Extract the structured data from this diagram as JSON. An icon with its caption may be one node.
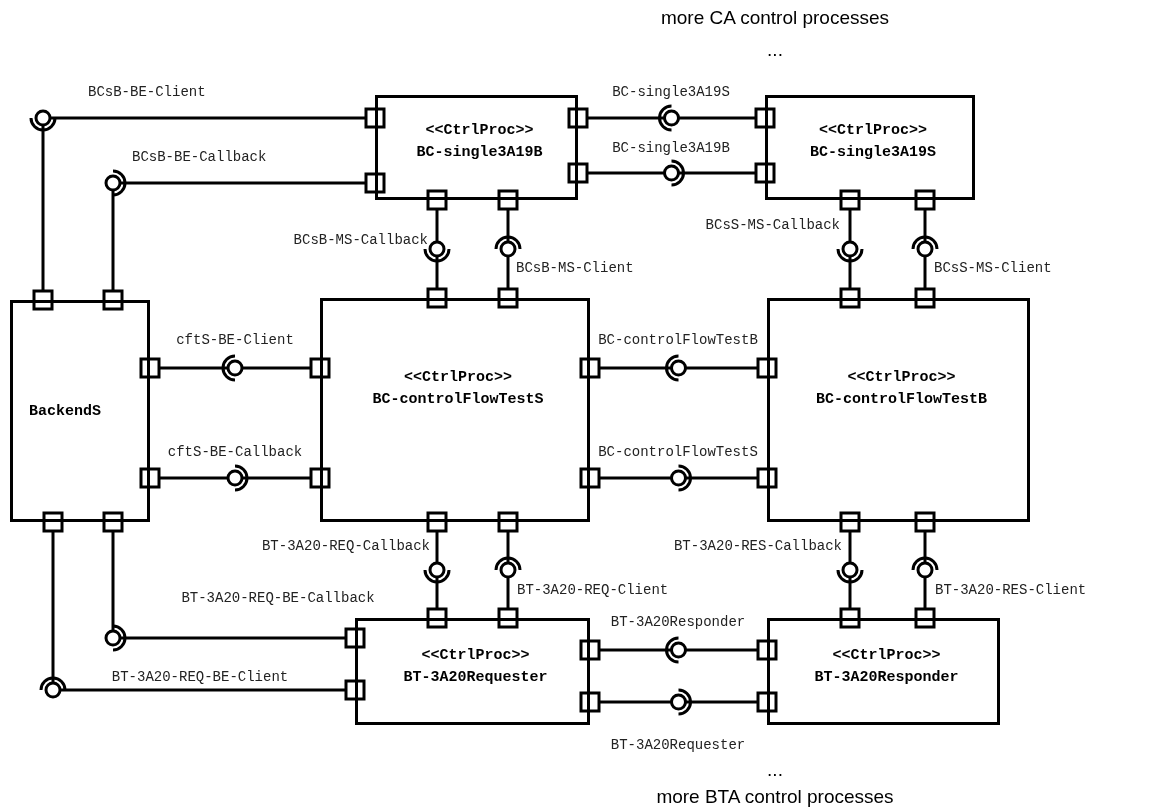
{
  "diagram": {
    "nodes": [
      {
        "text": [
          "<<CtrlProc>>",
          "BC-single3A19B"
        ]
      },
      {
        "text": [
          "<<CtrlProc>>",
          "BC-single3A19S"
        ]
      },
      {
        "text": [
          "BackendS"
        ]
      },
      {
        "text": [
          "<<CtrlProc>>",
          "BC-controlFlowTestS"
        ]
      },
      {
        "text": [
          "<<CtrlProc>>",
          "BC-controlFlowTestB"
        ]
      },
      {
        "text": [
          "<<CtrlProc>>",
          "BT-3A20Requester"
        ]
      },
      {
        "text": [
          "<<CtrlProc>>",
          "BT-3A20Responder"
        ]
      }
    ],
    "edges": [
      {
        "from": 0,
        "to": 2,
        "arrow": "other",
        "label": "BCsB-BE-Client"
      },
      {
        "from": 2,
        "to": 0,
        "arrow": "other",
        "label": "BCsB-BE-Callback"
      },
      {
        "from": 1,
        "to": 0,
        "arrow": "other",
        "label": "BC-single3A19S"
      },
      {
        "from": 0,
        "to": 1,
        "arrow": "other",
        "label": "BC-single3A19B"
      },
      {
        "from": 0,
        "to": 3,
        "arrow": "other",
        "label": "BCsB-MS-Callback"
      },
      {
        "from": 3,
        "to": 0,
        "arrow": "other",
        "label": "BCsB-MS-Client"
      },
      {
        "from": 1,
        "to": 4,
        "arrow": "other",
        "label": "BCsS-MS-Callback"
      },
      {
        "from": 4,
        "to": 1,
        "arrow": "other",
        "label": "BCsS-MS-Client"
      },
      {
        "from": 3,
        "to": 2,
        "arrow": "other",
        "label": "cftS-BE-Client"
      },
      {
        "from": 4,
        "to": 3,
        "arrow": "other",
        "label": "BC-controlFlowTestB"
      },
      {
        "from": 2,
        "to": 3,
        "arrow": "other",
        "label": "cftS-BE-Callback"
      },
      {
        "from": 3,
        "to": 4,
        "arrow": "other",
        "label": "BC-controlFlowTestS"
      },
      {
        "from": 3,
        "to": 5,
        "arrow": "other",
        "label": "BT-3A20-REQ-Callback"
      },
      {
        "from": 5,
        "to": 3,
        "arrow": "other",
        "label": "BT-3A20-REQ-Client"
      },
      {
        "from": 4,
        "to": 6,
        "arrow": "other",
        "label": "BT-3A20-RES-Callback"
      },
      {
        "from": 6,
        "to": 4,
        "arrow": "other",
        "label": "BT-3A20-RES-Client"
      },
      {
        "from": 2,
        "to": 5,
        "arrow": "other",
        "label": "BT-3A20-REQ-BE-Callback"
      },
      {
        "from": 6,
        "to": 5,
        "arrow": "other",
        "label": "BT-3A20Responder"
      },
      {
        "from": 5,
        "to": 2,
        "arrow": "other",
        "label": "BT-3A20-REQ-BE-Client"
      },
      {
        "from": 5,
        "to": 6,
        "arrow": "other",
        "label": "BT-3A20Requester"
      }
    ],
    "labels": [
      "more CA control processes",
      "...",
      "...",
      "more BTA control processes"
    ]
  }
}
